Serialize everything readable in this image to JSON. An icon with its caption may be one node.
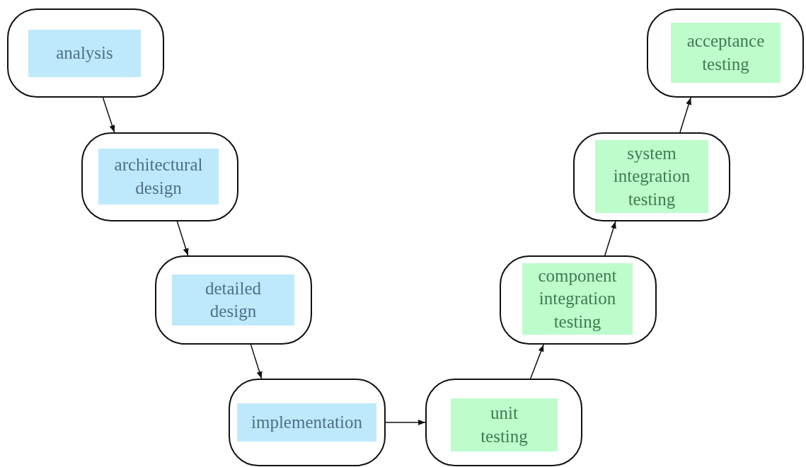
{
  "diagram": {
    "nodes": [
      {
        "text": [
          "analysis"
        ]
      },
      {
        "text": [
          "architectural design"
        ]
      },
      {
        "text": [
          "detailed design"
        ]
      },
      {
        "text": [
          "implementation"
        ]
      },
      {
        "text": [
          "unit testing"
        ]
      },
      {
        "text": [
          "component integration testing"
        ]
      },
      {
        "text": [
          "system integration testing"
        ]
      },
      {
        "text": [
          "acceptance testing"
        ]
      }
    ],
    "edges": [
      {
        "from": 0,
        "to": 1,
        "arrow": "to"
      },
      {
        "from": 1,
        "to": 2,
        "arrow": "to"
      },
      {
        "from": 2,
        "to": 3,
        "arrow": "to"
      },
      {
        "from": 3,
        "to": 4,
        "arrow": "to"
      },
      {
        "from": 4,
        "to": 5,
        "arrow": "to"
      },
      {
        "from": 5,
        "to": 6,
        "arrow": "to"
      },
      {
        "from": 6,
        "to": 7,
        "arrow": "to"
      }
    ]
  }
}
